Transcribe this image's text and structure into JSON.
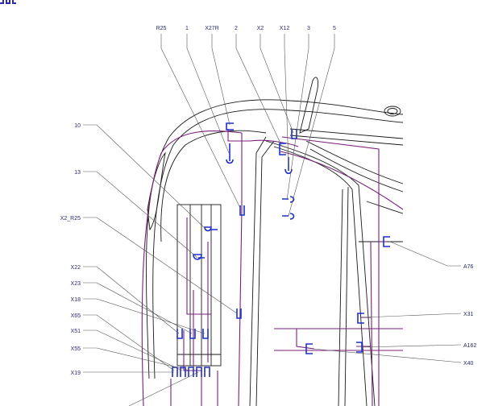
{
  "callouts_top": [
    "R25",
    "1",
    "X27R",
    "2",
    "X2",
    "X12",
    "3",
    "5"
  ],
  "callouts_left": [
    "10",
    "13",
    "X2_R25",
    "X22",
    "X23",
    "X18",
    "X65",
    "X51",
    "X55",
    "X19"
  ],
  "callouts_right": [
    "A76",
    "X31",
    "A162",
    "X40"
  ],
  "colors": {
    "connector": "#1e2fd0",
    "harness": "#7a1f7a",
    "outline": "#1a1a1a",
    "leader": "#555555",
    "label": "#2b2b6b"
  }
}
